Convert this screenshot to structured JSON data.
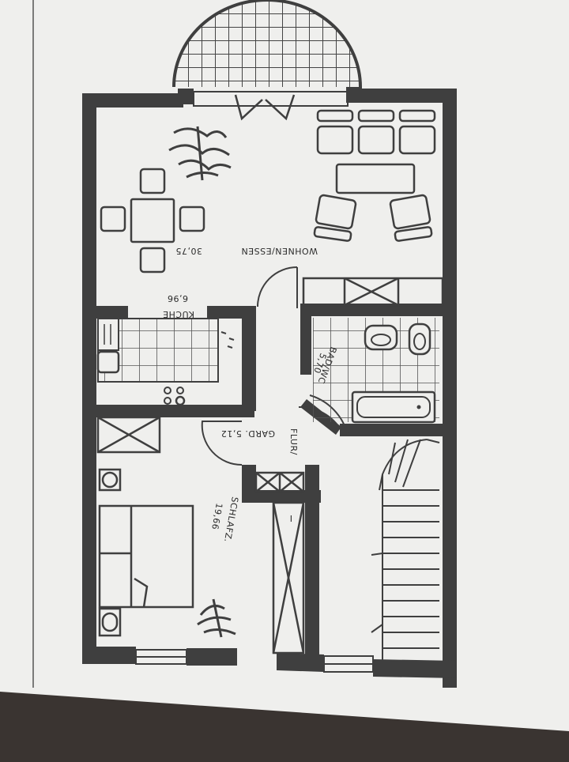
{
  "plan": {
    "title": "",
    "rooms": [
      {
        "key": "wohnen",
        "name": "WOHNEN/ESSEN",
        "area": "30,75"
      },
      {
        "key": "kueche",
        "name": "KÜCHE",
        "area": "6,96"
      },
      {
        "key": "bad",
        "name": "BAD/WC",
        "area": "5,70"
      },
      {
        "key": "flur",
        "name": "FLUR/",
        "area": "GARD. 5,12"
      },
      {
        "key": "schlaf",
        "name": "SCHLAFZ.",
        "area": "19,66"
      }
    ],
    "mark": "I"
  },
  "colors": {
    "paper": "#efefed",
    "wall": "#3f3f3f",
    "ink": "#3b3b3b",
    "shadow": "#3a3431"
  }
}
